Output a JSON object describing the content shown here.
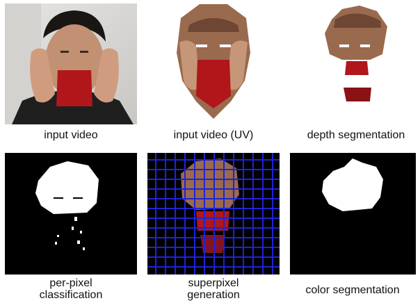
{
  "captions": {
    "input_video": "input video",
    "input_video_uv": "input video (UV)",
    "depth_segmentation": "depth segmentation",
    "per_pixel_line1": "per-pixel",
    "per_pixel_line2": "classification",
    "superpixel_line1": "superpixel",
    "superpixel_line2": "generation",
    "color_segmentation": "color segmentation"
  },
  "colors": {
    "skin": "#8a5a3e",
    "skin_light": "#b08468",
    "mask_red": "#b0161a",
    "grid_blue": "#1f23d6",
    "background_dark": "#000000",
    "mask_white": "#ffffff"
  }
}
